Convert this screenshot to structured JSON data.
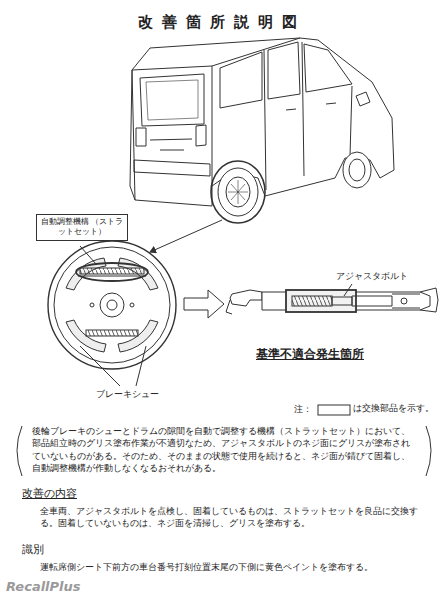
{
  "diagram": {
    "title": "改善箇所説明図",
    "nodes": [
      {
        "text": [
          "自動調整機構 （ストラットセット）"
        ]
      }
    ],
    "labels": [
      "アジャスタボルト",
      "基準不適合発生箇所",
      "ブレーキシュー",
      "注：",
      "は交換部品を示す。",
      "後輪ブレーキのシューとドラムの隙間を自動で調整する機構（ストラットセット）において、部品組立時のグリス塗布作業が不適切なため、アジャスタボルトのネジ面にグリスが塗布されていないものがある。そのため、そのままの状態で使用を続けると、ネジ面が錆びて固着し、自動調整機構が作動しなくなるおそれがある。",
      "改善の内容",
      "全車両、アジャスタボルトを点検し、固着しているものは、ストラットセットを良品に交換する。固着していないものは、ネジ面を清掃し、グリスを塗布する。",
      "識別",
      "運転席側シート下前方の車台番号打刻位置末尾の下側に黄色ペイントを塗布する。",
      "RecallPlus"
    ]
  }
}
